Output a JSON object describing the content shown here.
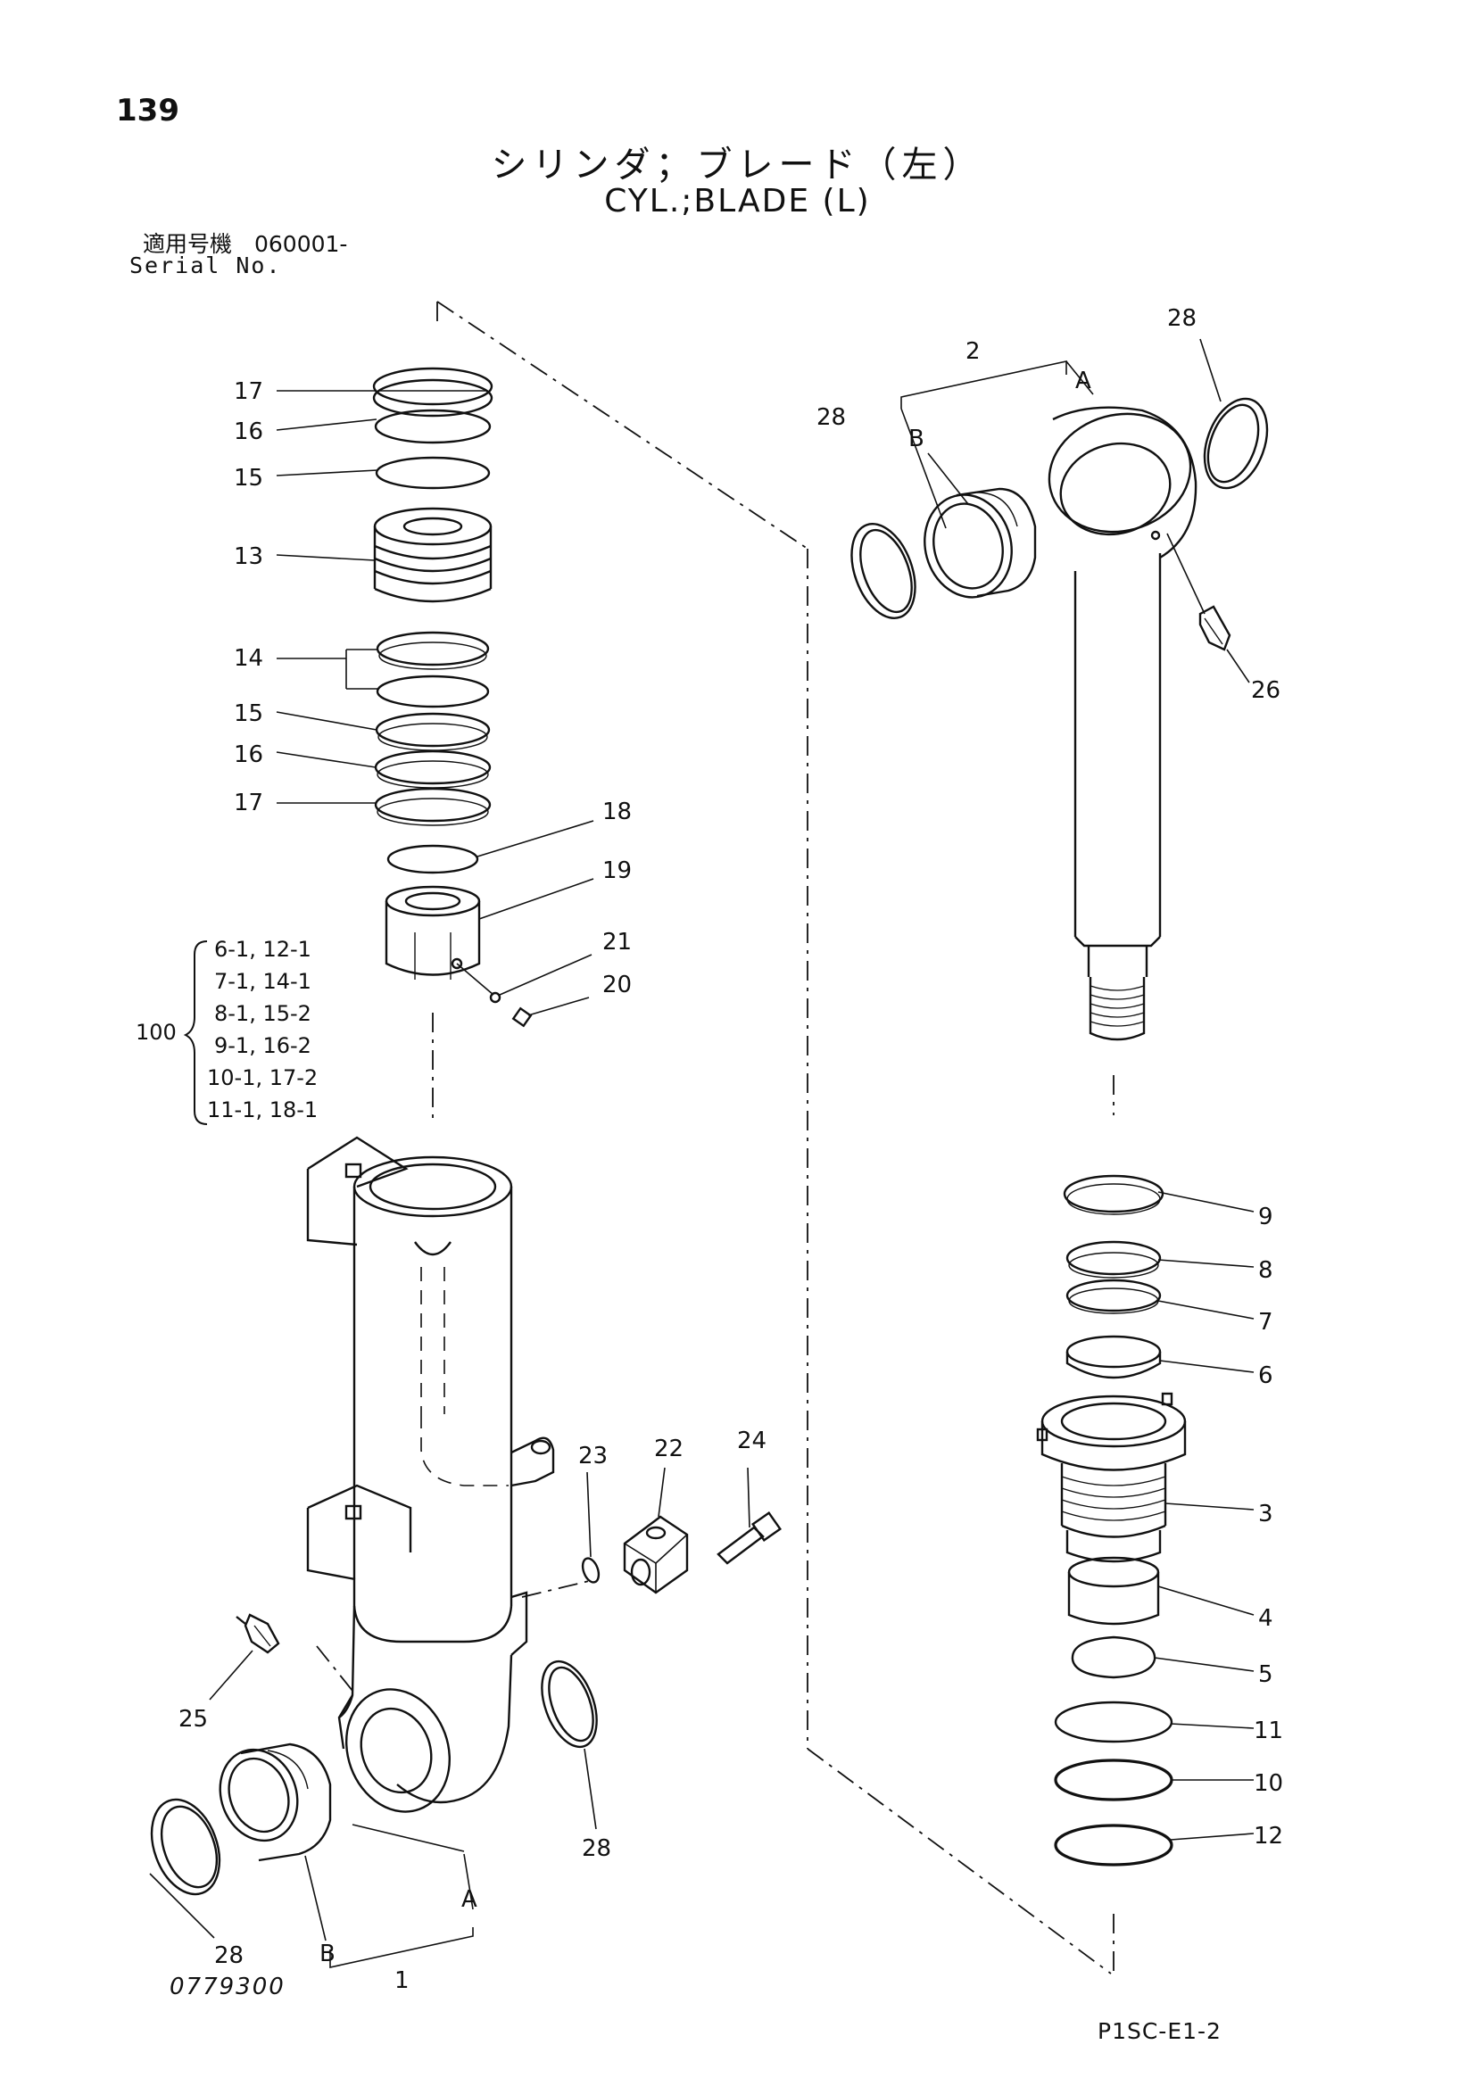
{
  "header": {
    "page_number": "139",
    "title_jp": "シリンダ；ブレード（左）",
    "title_en": "CYL.;BLADE (L)",
    "serial_jp": "適用号機　060001-",
    "serial_label": "Serial No."
  },
  "footer": {
    "drawing_code": "0779300",
    "page_code": "P1SC-E1-2"
  },
  "kit": {
    "number": "100",
    "rows": [
      "6-1, 12-1",
      "7-1, 14-1",
      "8-1, 15-2",
      "9-1, 16-2",
      "10-1, 17-2",
      "11-1, 18-1"
    ]
  },
  "callouts": {
    "c17a": "17",
    "c16a": "16",
    "c15a": "15",
    "c13": "13",
    "c14": "14",
    "c15b": "15",
    "c16b": "16",
    "c17b": "17",
    "c18": "18",
    "c19": "19",
    "c21": "21",
    "c20": "20",
    "c23": "23",
    "c22": "22",
    "c24": "24",
    "c25": "25",
    "c28a": "28",
    "c28b": "28",
    "c28c": "28",
    "c28d": "28",
    "c1": "1",
    "cA1": "A",
    "cB1": "B",
    "c2": "2",
    "cA2": "A",
    "cB2": "B",
    "c26": "26",
    "c9": "9",
    "c8": "8",
    "c7": "7",
    "c6": "6",
    "c3": "3",
    "c4": "4",
    "c5": "5",
    "c11": "11",
    "c10": "10",
    "c12": "12"
  }
}
